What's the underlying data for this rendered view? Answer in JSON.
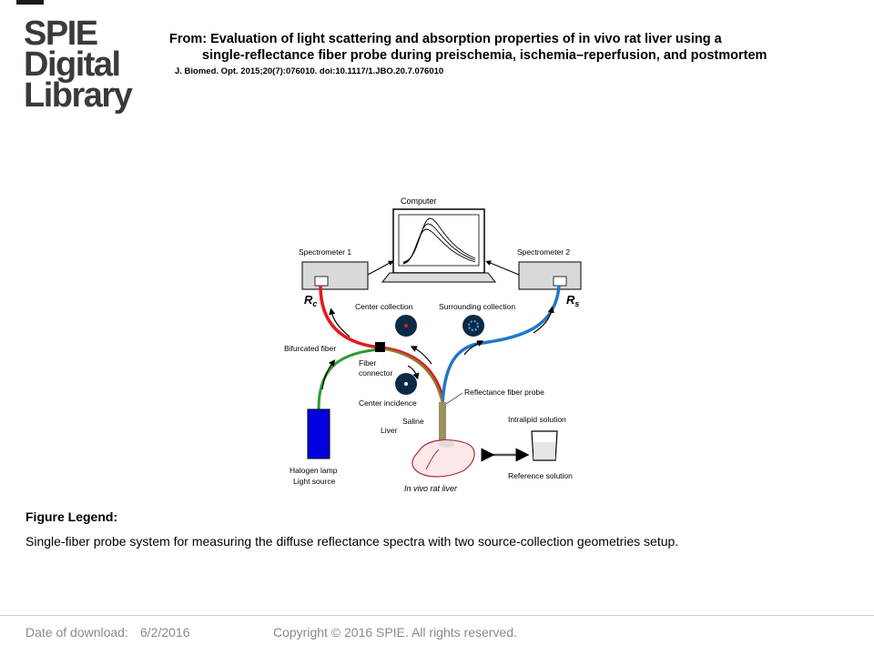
{
  "logo": {
    "line1": "SPIE",
    "line2": "Digital",
    "line3": "Library"
  },
  "header": {
    "title_line1": "From: Evaluation of light scattering and absorption properties of in vivo rat liver using a",
    "title_line2": "single-reflectance fiber probe during preischemia, ischemia–reperfusion, and postmortem",
    "citation": "J. Biomed. Opt. 2015;20(7):076010. doi:10.1117/1.JBO.20.7.076010"
  },
  "figure": {
    "labels": {
      "computer": "Computer",
      "spectrometer1": "Spectrometer 1",
      "spectrometer2": "Spectrometer 2",
      "rc_main": "R",
      "rc_sub": "c",
      "rs_main": "R",
      "rs_sub": "s",
      "center_collection": "Center collection",
      "surrounding_collection": "Surrounding collection",
      "bifurcated_fiber": "Bifurcated fiber",
      "fiber_connector_1": "Fiber",
      "fiber_connector_2": "connector",
      "center_incidence": "Center incidence",
      "reflectance_probe": "Reflectance fiber probe",
      "saline": "Saline",
      "liver": "Liver",
      "intralipid": "Intralipid solution",
      "halogen_1": "Halogen lamp",
      "halogen_2": "Light source",
      "reference": "Reference solution",
      "rat_liver": "In vivo rat liver"
    },
    "colors": {
      "fiber_red": "#e31a1c",
      "fiber_blue": "#1f78c8",
      "fiber_green": "#2e9a2e",
      "fiber_brown": "#8b7d3a",
      "lamp_blue": "#0000e0",
      "liver_red": "#b22a3a"
    }
  },
  "legend": {
    "heading": "Figure Legend:",
    "text": "Single-fiber probe system for measuring the diffuse reflectance spectra with two source-collection geometries setup."
  },
  "footer": {
    "download_label": "Date of download:",
    "download_date": "6/2/2016",
    "copyright": "Copyright © 2016 SPIE. All rights reserved."
  }
}
